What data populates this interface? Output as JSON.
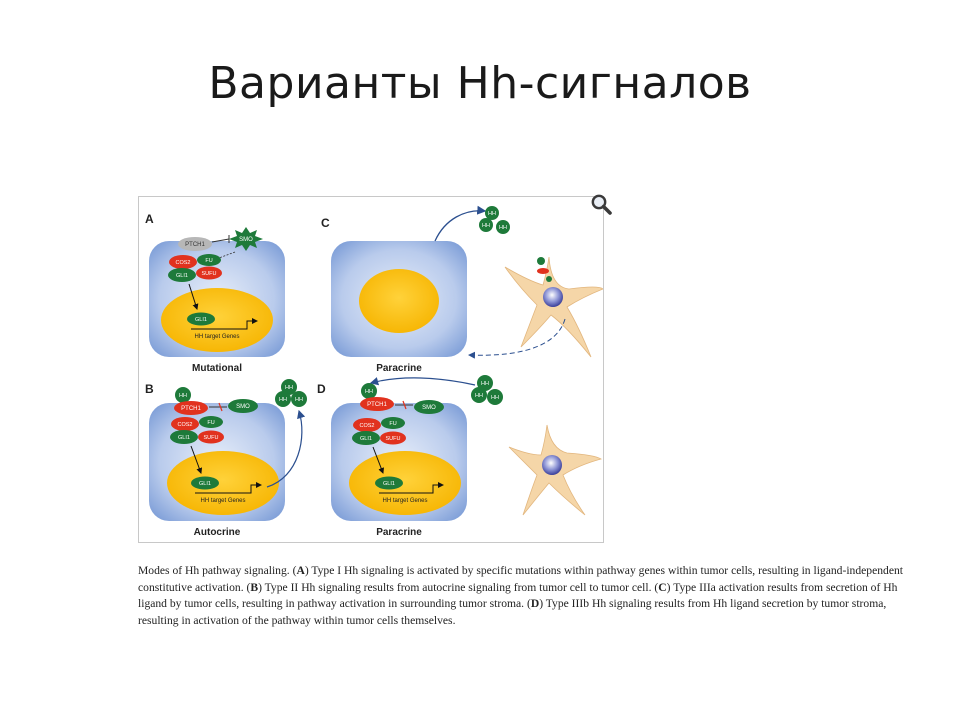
{
  "slide": {
    "title": "Варианты Hh-сигналов"
  },
  "colors": {
    "cell_outer": "#7f9fd8",
    "cell_inner": "#c8d6f0",
    "nucleus": "#ffc21a",
    "green": "#1e7a3a",
    "red": "#e1321e",
    "stroma": "#f5d6a8",
    "arrow": "#2b4f8f"
  },
  "figure": {
    "panels": {
      "A": {
        "letter": "A",
        "label": "Mutational",
        "ptch": "PTCH1",
        "smo": "SMO",
        "cos2": "COS2",
        "fu": "FU",
        "gli": "GLI1",
        "sufu": "SUFU",
        "gli_nuc": "GLI1",
        "target": "HH target Genes"
      },
      "B": {
        "letter": "B",
        "label": "Autocrine",
        "hh": "HH",
        "ptch": "PTCH1",
        "smo": "SMO",
        "cos2": "COS2",
        "fu": "FU",
        "gli": "GLI1",
        "sufu": "SUFU",
        "gli_nuc": "GLI1",
        "target": "HH target Genes"
      },
      "C": {
        "letter": "C",
        "label": "Paracrine",
        "hh": "HH"
      },
      "D": {
        "letter": "D",
        "label": "Paracrine",
        "hh": "HH",
        "ptch": "PTCH1",
        "smo": "SMO",
        "cos2": "COS2",
        "fu": "FU",
        "gli": "GLI1",
        "sufu": "SUFU",
        "gli_nuc": "GLI1",
        "target": "HH target Genes"
      }
    }
  },
  "caption": {
    "intro": "Modes of Hh pathway signaling. (",
    "a_letter": "A",
    "a_text": ") Type I Hh signaling is activated by specific mutations within pathway genes within tumor cells, resulting in ligand-independent constitutive activation. (",
    "b_letter": "B",
    "b_text": ") Type II Hh signaling results from autocrine signaling from tumor cell to tumor cell. (",
    "c_letter": "C",
    "c_text": ") Type IIIa activation results from secretion of Hh ligand by tumor cells, resulting in pathway activation in surrounding tumor stroma. (",
    "d_letter": "D",
    "d_text": ") Type IIIb Hh signaling results from Hh ligand secretion by tumor stroma, resulting in activation of the pathway within tumor cells themselves."
  }
}
